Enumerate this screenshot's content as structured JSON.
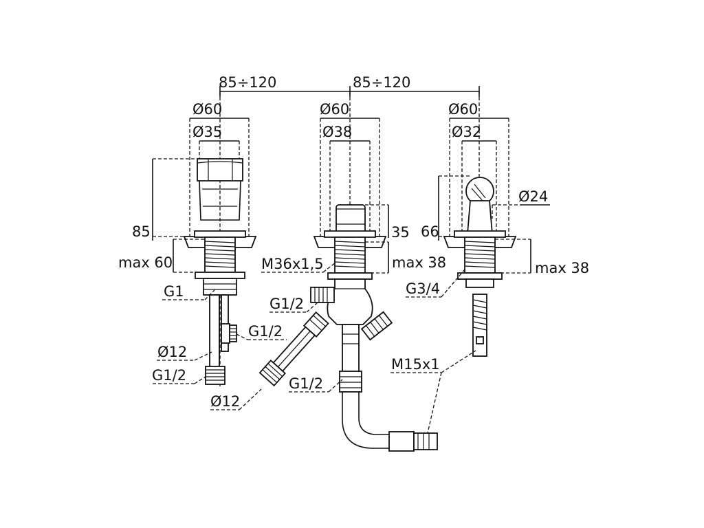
{
  "diagram": {
    "spacing": [
      "85÷120",
      "85÷120"
    ],
    "left": {
      "outer_dia": "Ø60",
      "inner_dia": "Ø35",
      "height": "85",
      "max_deck": "max 60",
      "thread": "G1",
      "conn_side": "G1/2",
      "hose_dia": "Ø12",
      "conn_bottom": "G1/2"
    },
    "center": {
      "outer_dia": "Ø60",
      "inner_dia": "Ø38",
      "height": "35",
      "thread": "M36x1,5",
      "max_deck": "max 38",
      "conn_top": "G1/2",
      "hose_dia": "Ø12",
      "conn_bottom": "G1/2"
    },
    "right": {
      "outer_dia": "Ø60",
      "inner_dia": "Ø32",
      "spout_dia": "Ø24",
      "height": "66",
      "max_deck": "max 38",
      "thread": "G3/4",
      "hose_thread": "M15x1"
    }
  }
}
